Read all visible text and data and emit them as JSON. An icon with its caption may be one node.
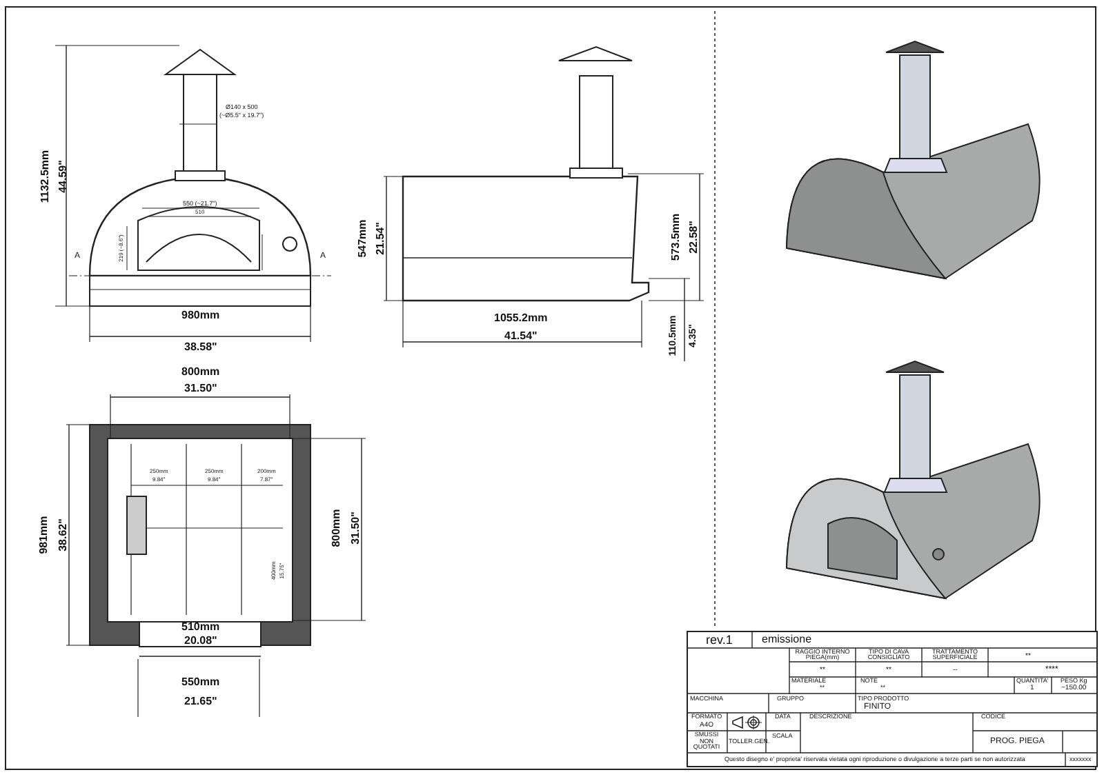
{
  "diagram": {
    "labels": [
      "1132.5mm",
      "44.59\"",
      "Ø140 x 500",
      "(~Ø5.5\" x 19.7\")",
      "550 (~21.7\")",
      "510",
      "219 (~8.6\")",
      "A",
      "A",
      "980mm",
      "38.58\"",
      "547mm",
      "21.54\"",
      "573.5mm",
      "22.58\"",
      "1055.2mm",
      "41.54\"",
      "110.5mm",
      "4.35\"",
      "800mm",
      "31.50\"",
      "250mm",
      "9.84\"",
      "250mm",
      "9.84\"",
      "200mm",
      "7.87\"",
      "981mm",
      "38.62\"",
      "400mm",
      "15.75\"",
      "800mm",
      "31.50\"",
      "510mm",
      "20.08\"",
      "550mm",
      "21.65\"",
      "rev.1",
      "emissione",
      "RAGGIO INTERNO PIEGA(mm)",
      "TIPO DI CAVA CONSIGLIATO",
      "TRATTAMENTO SUPERFICIALE",
      "**",
      "**",
      "--",
      "**",
      "****",
      "MATERIALE",
      "**",
      "NOTE",
      "**",
      "QUANTITA'",
      "1",
      "PESO Kg",
      "~150.00",
      "MACCHINA",
      "GRUPPO",
      "TIPO PRODOTTO",
      "FINITO",
      "FORMATO",
      "A4O",
      "DATA",
      "DESCRIZIONE",
      "CODICE",
      "SMUSSI NON QUOTATI",
      "TOLLER.GEN.",
      "SCALA",
      "PROG. PIEGA",
      "Questo disegno e' proprieta' riservata vietata ogni riproduzione o divulgazione a terze parti se non autorizzata",
      "xxxxxxx"
    ]
  }
}
